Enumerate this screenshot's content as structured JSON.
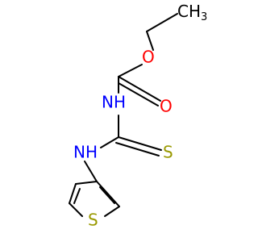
{
  "structure": {
    "atoms": {
      "methyl": "CH",
      "methyl_subscript": "3",
      "ester_oxygen": "O",
      "carbonyl_oxygen": "O",
      "nh_carbamate": "NH",
      "thiocarbonyl_sulfur": "S",
      "nh_thiourea": "NH",
      "ring_sulfur": "S"
    }
  },
  "colors": {
    "bond": "#000000",
    "carbon": "#000000",
    "oxygen": "#ff0000",
    "nitrogen": "#0000ff",
    "sulfur": "#999900"
  }
}
